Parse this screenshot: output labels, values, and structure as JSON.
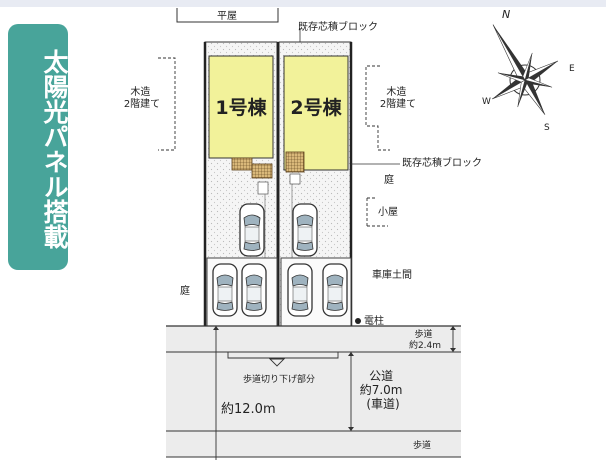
{
  "badge": {
    "text": "太陽光パネル搭載",
    "color": "#48a49a"
  },
  "labels": {
    "flat_house": "平屋",
    "block_wall_top": "既存芯積ブロック",
    "block_wall_right": "既存芯積ブロック",
    "wood_left": "木造\n2階建て",
    "wood_right": "木造\n2階建て",
    "building1": "1号棟",
    "building2": "2号棟",
    "garden_right": "庭",
    "garden_left": "庭",
    "shed": "小屋",
    "garage": "車庫土間",
    "pole": "電柱",
    "sidewalk_top": "歩道\n約2.4m",
    "curb_cut": "歩道切り下げ部分",
    "public_road": "公道\n約7.0m\n(車道)",
    "total_width": "約12.0m",
    "sidewalk_bottom": "歩道"
  },
  "compass": {
    "north": "N",
    "east": "E",
    "south": "S",
    "west": "W"
  },
  "colors": {
    "building": "#f2f29a",
    "lot": "#f6f6f6",
    "road": "#ececec",
    "solar": "#8a6a3a"
  }
}
